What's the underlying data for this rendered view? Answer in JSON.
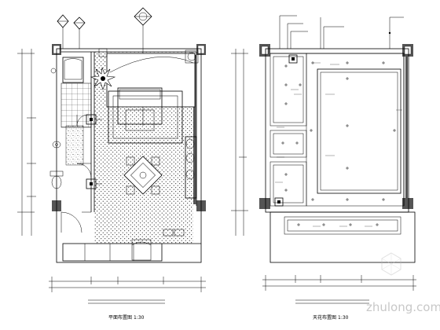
{
  "captions": {
    "left_title": "平面布置图",
    "left_scale": "1:30",
    "right_title": "天花布置图",
    "right_scale": "1:30"
  },
  "watermark": "zhulong.com",
  "colors": {
    "line": "#000000",
    "wall_fill": "#555555",
    "background": "#ffffff",
    "watermark": "#c8c8c8"
  }
}
